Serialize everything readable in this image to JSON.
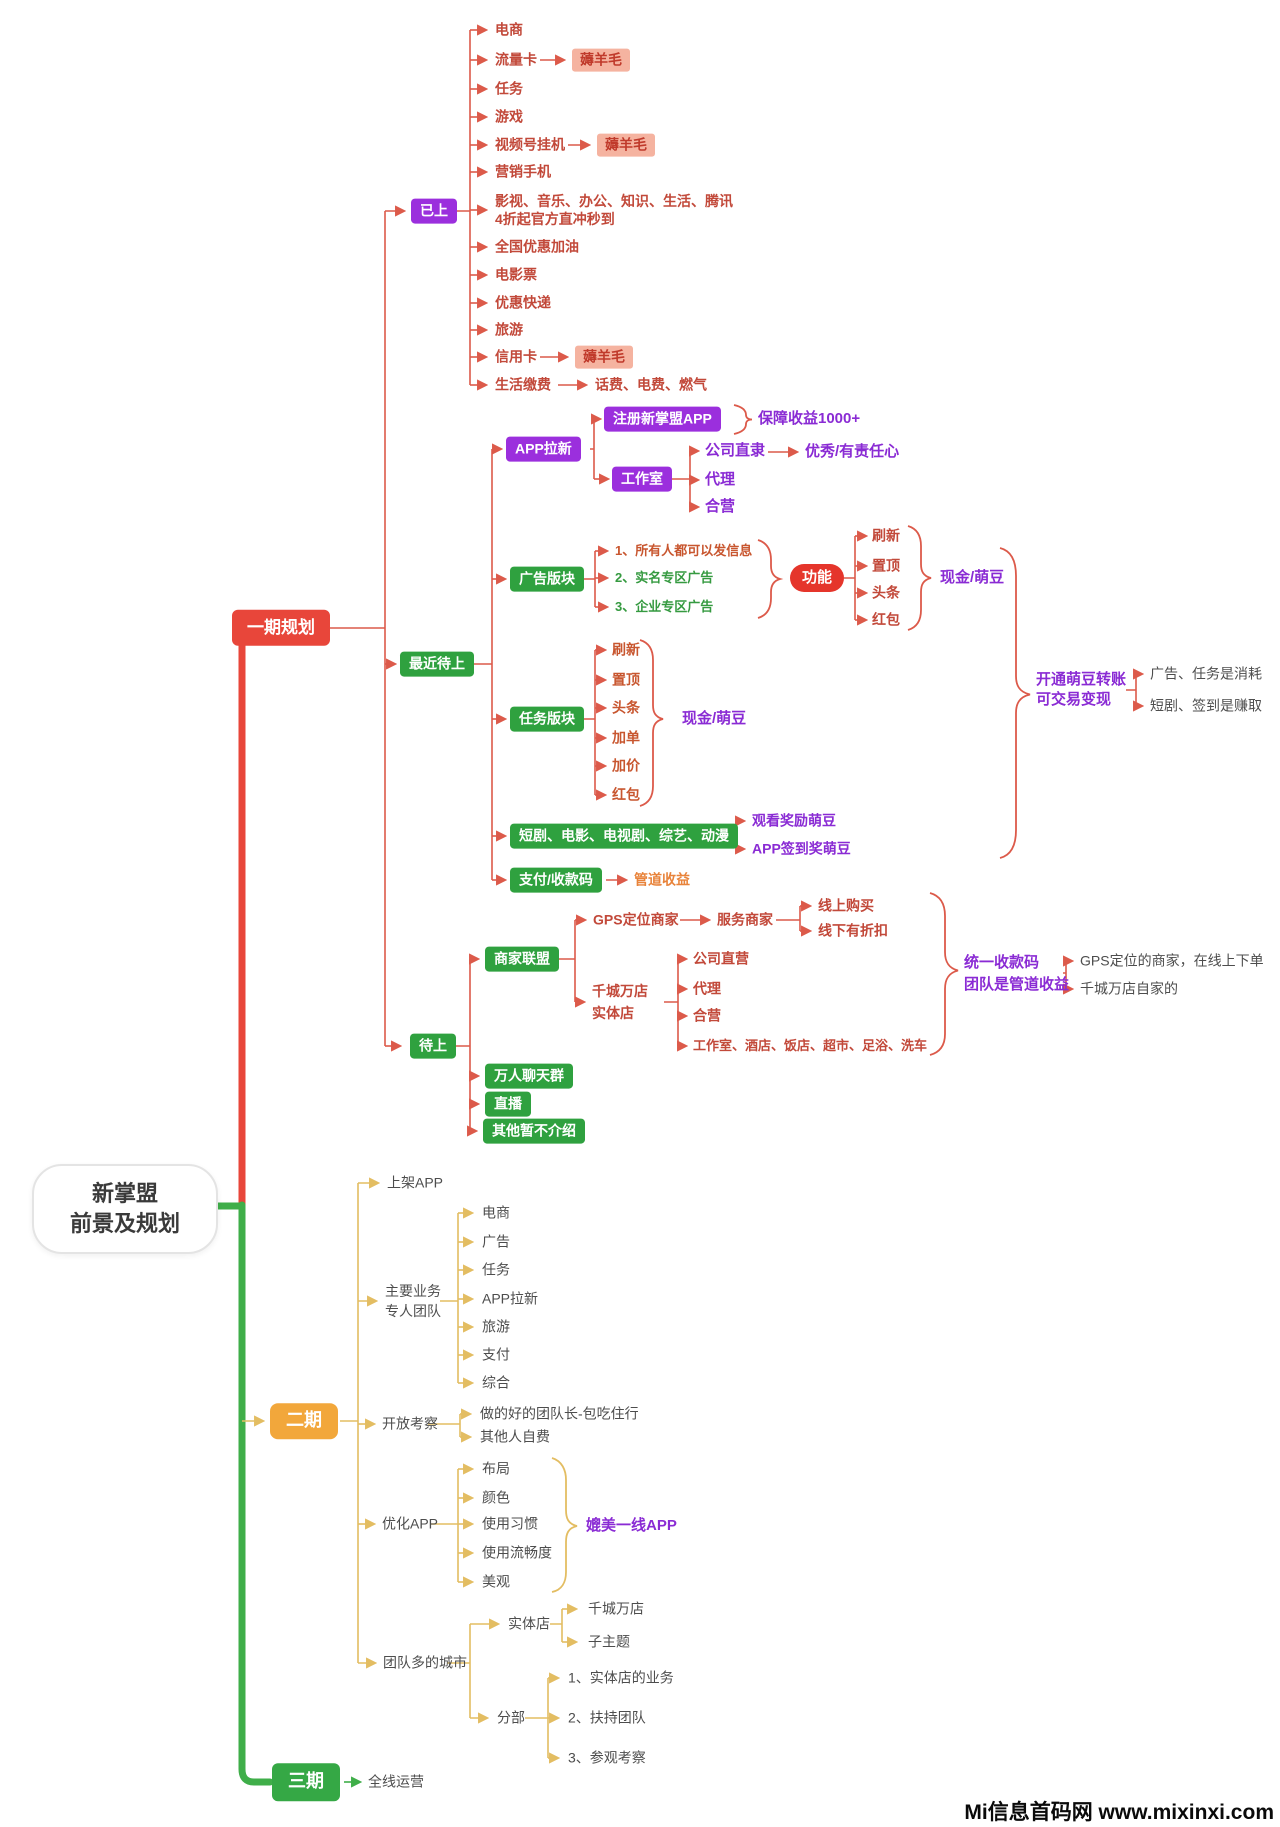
{
  "watermark": "Mi信息首码网 www.mixinxi.com",
  "root": {
    "title_line1": "新掌盟",
    "title_line2": "前景及规划"
  },
  "colors": {
    "phase1_red": "#e8463a",
    "phase2_amber": "#f2a73b",
    "phase3_green": "#35a845",
    "purple_box": "#9b2fdd",
    "green_box": "#2fa13f",
    "wool_pink": "#f5b3a0",
    "line_red": "#dc5a4a",
    "line_gold": "#e3bd62",
    "purple_text": "#8a2bd4"
  },
  "phase1": {
    "label": "一期规划",
    "online": {
      "label": "已上",
      "items": [
        "电商",
        "流量卡",
        "任务",
        "游戏",
        "视频号挂机",
        "营销手机",
        "影视、音乐、办公、知识、生活、腾讯",
        "全国优惠加油",
        "电影票",
        "优惠快递",
        "旅游",
        "信用卡",
        "生活缴费"
      ],
      "movie_line2": "4折起官方直冲秒到",
      "wool_tag": "薅羊毛",
      "life_pay_items": "话费、电费、燃气"
    },
    "recent": {
      "label": "最近待上",
      "app_promo": {
        "label": "APP拉新",
        "register": {
          "label": "注册新掌盟APP",
          "benefit": "保障收益1000+"
        },
        "studio": {
          "label": "工作室",
          "items": [
            "公司直隶",
            "代理",
            "合营"
          ],
          "direct_note": "优秀/有责任心"
        }
      },
      "ads": {
        "label": "广告版块",
        "items": [
          "1、所有人都可以发信息",
          "2、实名专区广告",
          "3、企业专区广告"
        ],
        "func": {
          "label": "功能",
          "items": [
            "刷新",
            "置顶",
            "头条",
            "红包"
          ],
          "result": "现金/萌豆"
        }
      },
      "tasks": {
        "label": "任务版块",
        "items": [
          "刷新",
          "置顶",
          "头条",
          "加单",
          "加价",
          "红包"
        ],
        "result": "现金/萌豆"
      },
      "video": {
        "label": "短剧、电影、电视剧、综艺、动漫",
        "items": [
          "观看奖励萌豆",
          "APP签到奖萌豆"
        ]
      },
      "payment": {
        "label": "支付/收款码",
        "result": "管道收益"
      },
      "beans": {
        "label_line1": "开通萌豆转账",
        "label_line2": "可交易变现",
        "items": [
          "广告、任务是消耗",
          "短剧、签到是赚取"
        ]
      }
    },
    "pending": {
      "label": "待上",
      "merchants": {
        "label": "商家联盟",
        "gps": {
          "label": "GPS定位商家",
          "service": "服务商家",
          "items": [
            "线上购买",
            "线下有折扣"
          ]
        },
        "stores": {
          "label_line1": "千城万店",
          "label_line2": "实体店",
          "items": [
            "公司直营",
            "代理",
            "合营",
            "工作室、酒店、饭店、超市、足浴、洗车"
          ]
        },
        "unified": {
          "label_line1": "统一收款码",
          "label_line2": "团队是管道收益",
          "items": [
            "GPS定位的商家，在线上下单",
            "千城万店自家的"
          ]
        }
      },
      "chat": "万人聊天群",
      "live": "直播",
      "other": "其他暂不介绍"
    }
  },
  "phase2": {
    "label": "二期",
    "launch": "上架APP",
    "business": {
      "label_line1": "主要业务",
      "label_line2": "专人团队",
      "items": [
        "电商",
        "广告",
        "任务",
        "APP拉新",
        "旅游",
        "支付",
        "综合"
      ]
    },
    "inspection": {
      "label": "开放考察",
      "items": [
        "做的好的团队长-包吃住行",
        "其他人自费"
      ]
    },
    "optimize": {
      "label": "优化APP",
      "items": [
        "布局",
        "颜色",
        "使用习惯",
        "使用流畅度",
        "美观"
      ],
      "result": "媲美一线APP"
    },
    "cities": {
      "label": "团队多的城市",
      "store": {
        "label": "实体店",
        "items": [
          "千城万店",
          "子主题"
        ]
      },
      "branch": {
        "label": "分部",
        "items": [
          "1、实体店的业务",
          "2、扶持团队",
          "3、参观考察"
        ]
      }
    }
  },
  "phase3": {
    "label": "三期",
    "item": "全线运营"
  }
}
